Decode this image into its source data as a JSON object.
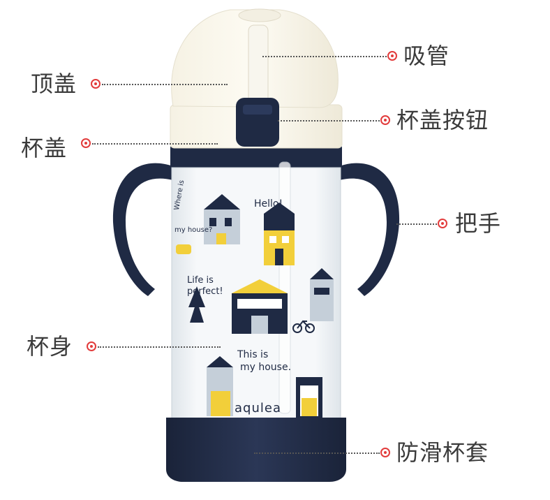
{
  "labels": {
    "top_lid": "顶盖",
    "straw": "吸管",
    "lid_button": "杯盖按钮",
    "cup_lid": "杯盖",
    "handle": "把手",
    "cup_body": "杯身",
    "non_slip_sleeve": "防滑杯套"
  },
  "cup_text": {
    "hello": "Hello!",
    "where_is": "Where is",
    "my_house_q": "my house?",
    "life_is": "Life is",
    "perfect": "perfect!",
    "this_is": "This is",
    "my_house": "my house.",
    "brand": "aqulea"
  },
  "colors": {
    "navy": "#1f2a44",
    "cream": "#fbf8ee",
    "accent_yellow": "#f2cf3a",
    "marker_red": "#e23b3b"
  }
}
